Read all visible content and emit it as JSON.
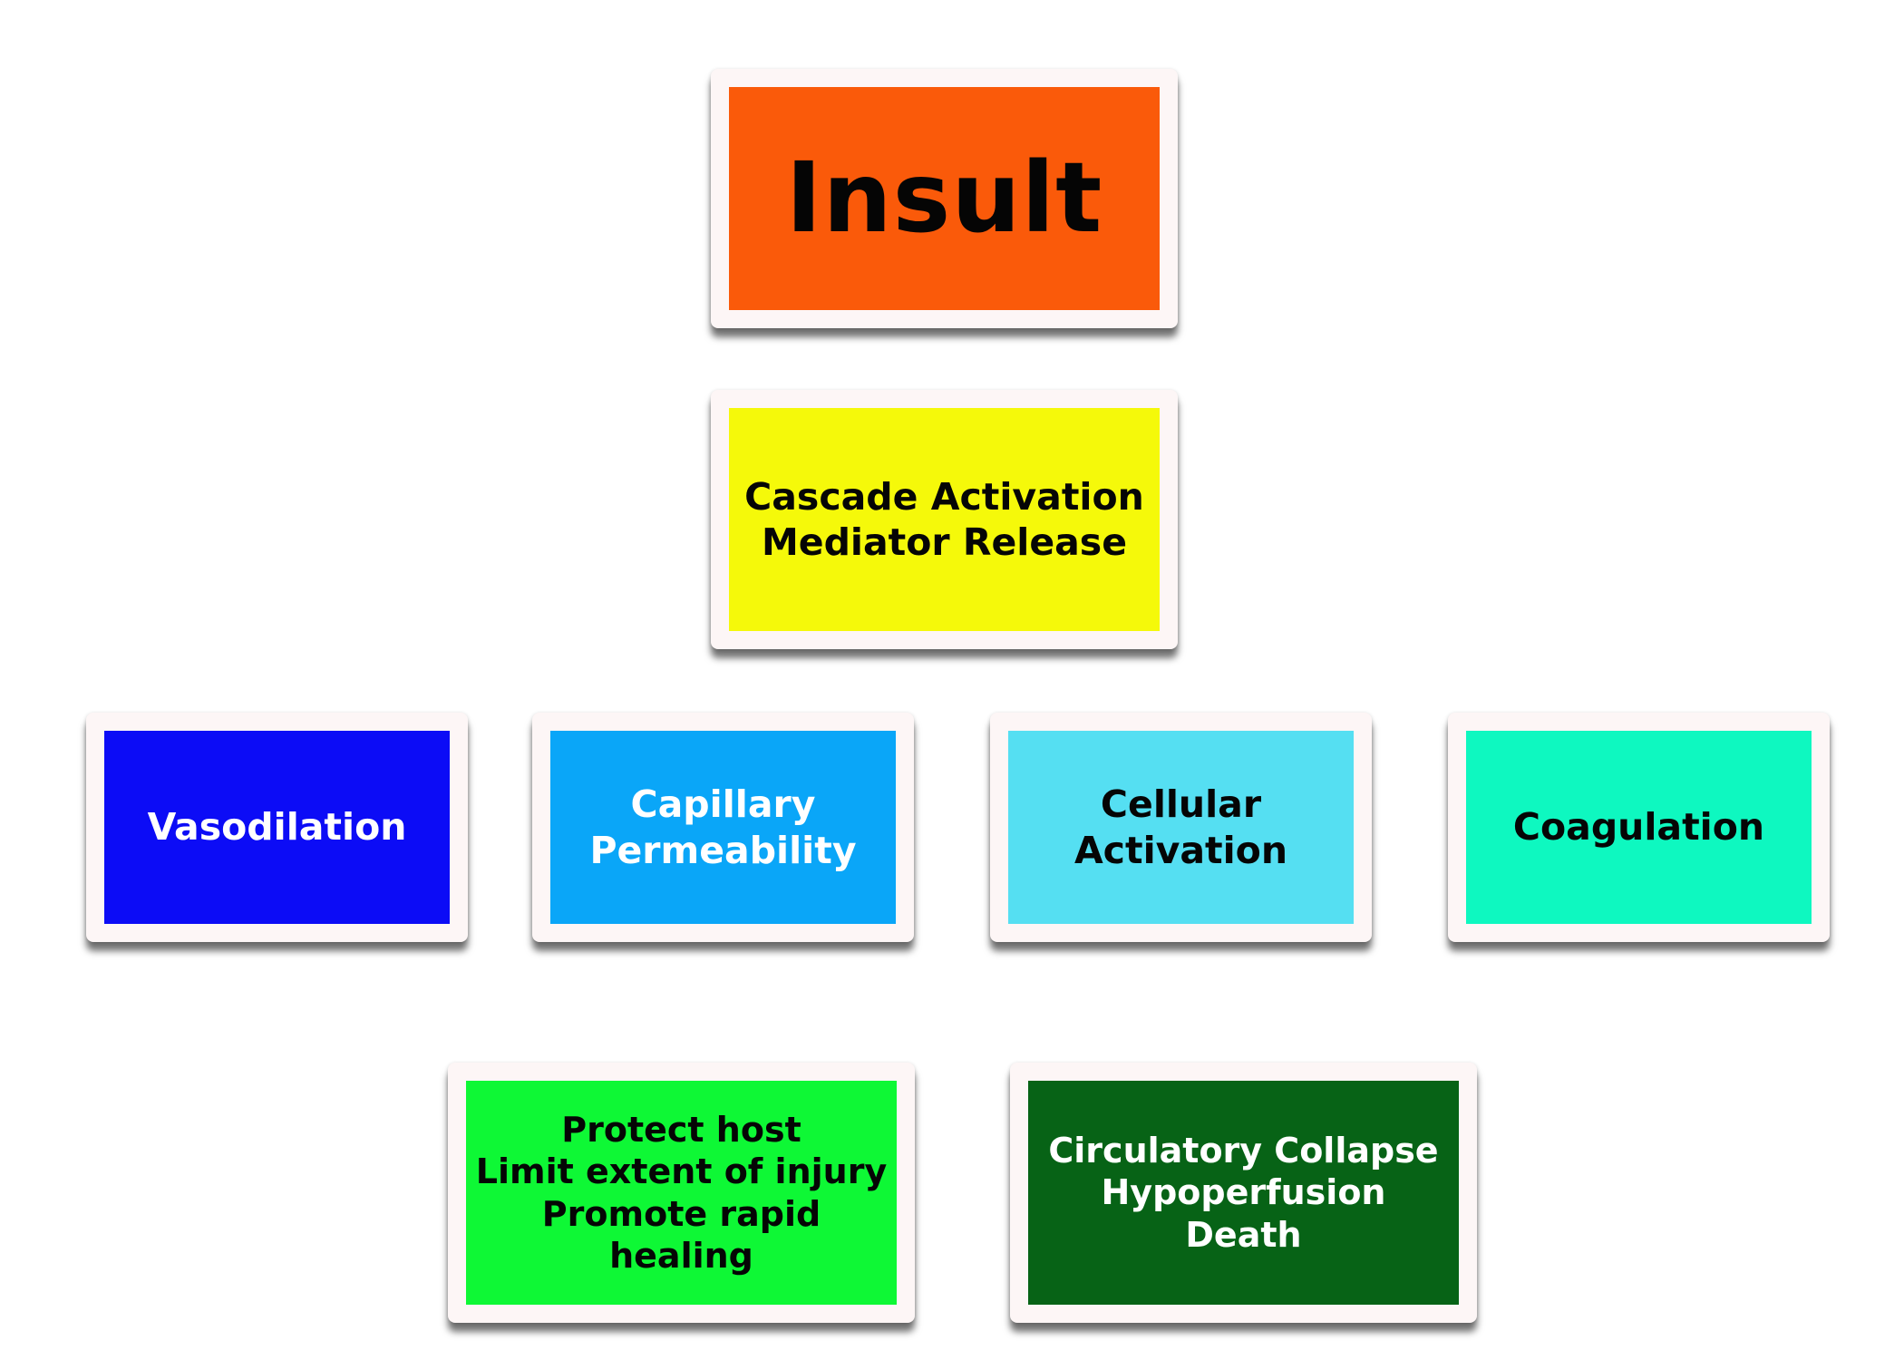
{
  "nodes": {
    "insult": {
      "text": "Insult",
      "fill": "#fa5a0a"
    },
    "cascade": {
      "text": "Cascade Activation\nMediator Release",
      "fill": "#f5f90a"
    },
    "vaso": {
      "text": "Vasodilation",
      "fill": "#0c0cf6"
    },
    "capil": {
      "text": "Capillary\nPermeability",
      "fill": "#0aa6f8"
    },
    "cell": {
      "text": "Cellular\nActivation",
      "fill": "#55dff2"
    },
    "coag": {
      "text": "Coagulation",
      "fill": "#0ef8c0"
    },
    "protect": {
      "text": "Protect host\nLimit extent of injury\nPromote rapid healing",
      "fill": "#0ef835"
    },
    "collapse": {
      "text": "Circulatory Collapse\nHypoperfusion\nDeath",
      "fill": "#076316"
    }
  }
}
